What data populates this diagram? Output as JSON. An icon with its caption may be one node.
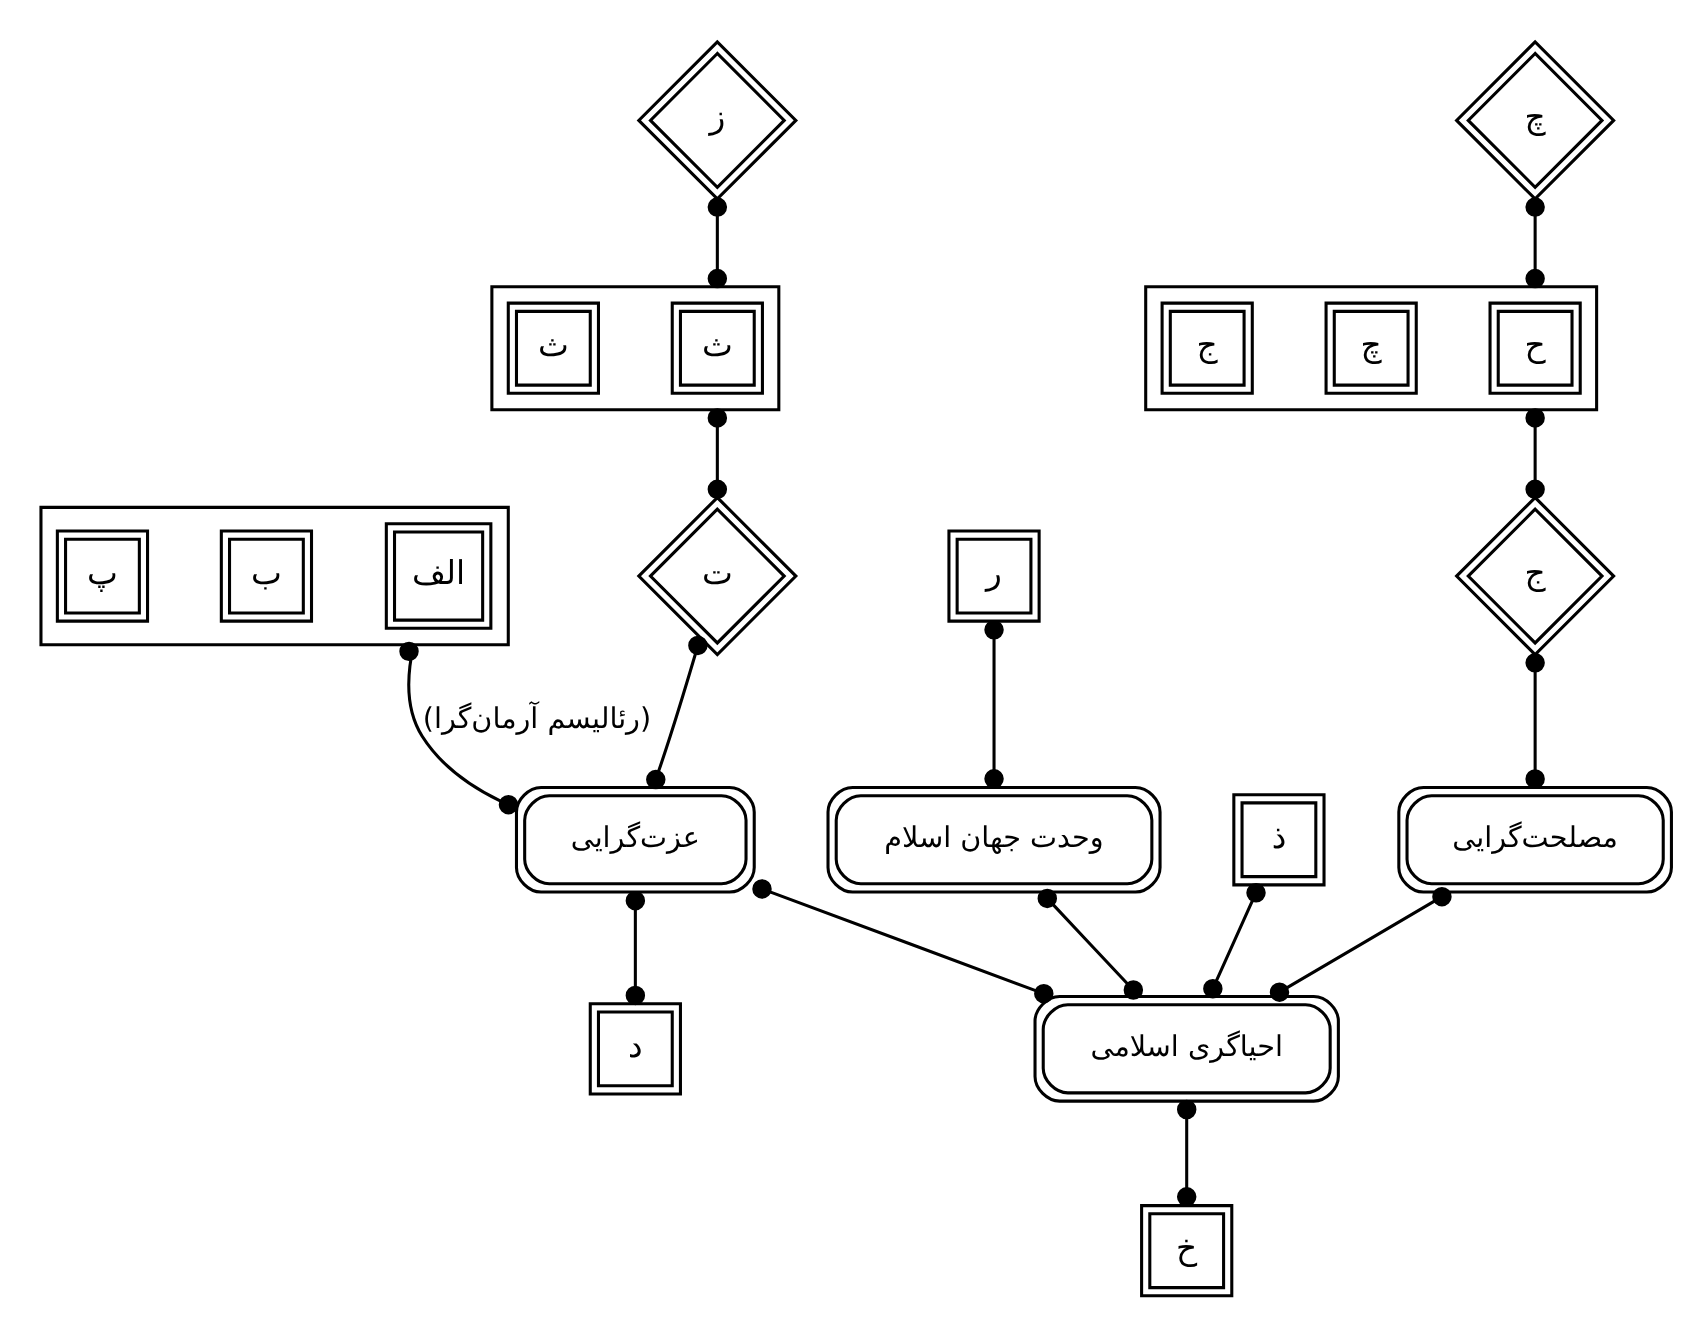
{
  "diagram": {
    "nodes": [
      {
        "text": [],
        "shape": "box"
      },
      {
        "text": [
          "الف"
        ],
        "in": 0
      },
      {
        "text": [
          "ب"
        ],
        "in": 0
      },
      {
        "text": [
          "پ"
        ],
        "in": 0
      },
      {
        "text": [
          "ر"
        ]
      },
      {
        "text": [
          "چ"
        ]
      },
      {
        "text": [],
        "shape": "box"
      },
      {
        "text": [
          "ح"
        ],
        "in": 6
      },
      {
        "text": [
          "چ"
        ],
        "in": 6
      },
      {
        "text": [
          "ج"
        ],
        "in": 6
      },
      {
        "text": [
          "ج"
        ]
      },
      {
        "text": [
          "ز"
        ]
      },
      {
        "text": [],
        "shape": "box"
      },
      {
        "text": [
          "ث"
        ],
        "in": 12
      },
      {
        "text": [
          "ث"
        ],
        "in": 12
      },
      {
        "text": [
          "ت"
        ]
      },
      {
        "text": [
          "مصلحت‌گرایی"
        ]
      },
      {
        "text": [
          "وحدت جهان اسلام"
        ]
      },
      {
        "text": [
          "عزت‌گرایی"
        ]
      },
      {
        "text": [
          "د"
        ]
      },
      {
        "text": [
          "احیاگری اسلامی"
        ]
      },
      {
        "text": [
          "ذ"
        ]
      },
      {
        "text": [
          "خ"
        ]
      }
    ],
    "edges": [
      {
        "from": 5,
        "to": 6,
        "arrow": "other"
      },
      {
        "from": 6,
        "to": 10,
        "arrow": "other"
      },
      {
        "from": 10,
        "to": 16,
        "arrow": "other"
      },
      {
        "from": 4,
        "to": 17,
        "arrow": "other"
      },
      {
        "from": 0,
        "to": 18,
        "arrow": "other",
        "label": "(رئالیسم آرمان‌گرا)"
      },
      {
        "from": 15,
        "to": 18,
        "arrow": "other"
      },
      {
        "from": 12,
        "to": 15,
        "arrow": "other"
      },
      {
        "from": 11,
        "to": 12,
        "arrow": "other"
      },
      {
        "from": 18,
        "to": 19,
        "arrow": "other"
      },
      {
        "from": 16,
        "to": 20,
        "arrow": "other"
      },
      {
        "from": 17,
        "to": 20,
        "arrow": "other"
      },
      {
        "from": 18,
        "to": 20,
        "arrow": "other"
      },
      {
        "from": 21,
        "to": 20,
        "arrow": "other"
      },
      {
        "from": 20,
        "to": 22,
        "arrow": "other"
      }
    ]
  }
}
